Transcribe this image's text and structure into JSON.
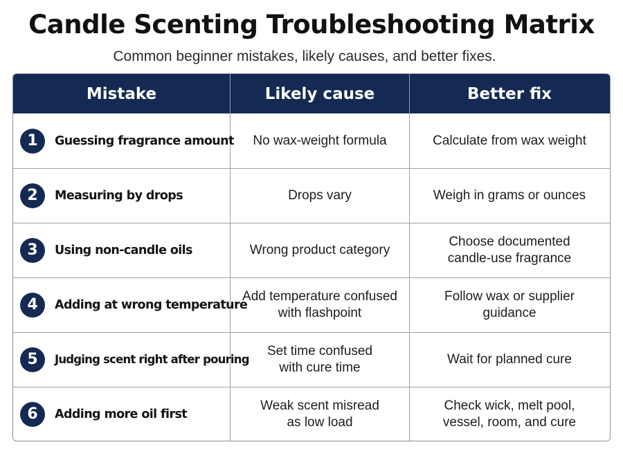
{
  "page": {
    "title": "Candle Scenting Troubleshooting Matrix",
    "subtitle": "Common beginner mistakes, likely causes, and better fixes."
  },
  "table": {
    "headers": [
      "Mistake",
      "Likely cause",
      "Better fix"
    ],
    "rows": [
      {
        "num": "1",
        "mistake": "Guessing fragrance amount",
        "cause": "No wax-weight formula",
        "fix": "Calculate from wax weight"
      },
      {
        "num": "2",
        "mistake": "Measuring by drops",
        "cause": "Drops vary",
        "fix": "Weigh in grams or ounces"
      },
      {
        "num": "3",
        "mistake": "Using non-candle oils",
        "cause": "Wrong product category",
        "fix": "Choose documented\ncandle-use fragrance"
      },
      {
        "num": "4",
        "mistake": "Adding at wrong temperature",
        "cause": "Add temperature confused\nwith flashpoint",
        "fix": "Follow wax or supplier\nguidance"
      },
      {
        "num": "5",
        "mistake": "Judging scent right after pouring",
        "cause": "Set time confused\nwith cure time",
        "fix": "Wait for planned cure"
      },
      {
        "num": "6",
        "mistake": "Adding more oil first",
        "cause": "Weak scent misread\nas low load",
        "fix": "Check wick, melt pool,\nvessel, room, and cure"
      }
    ]
  },
  "colors": {
    "header_bg": "#142a52",
    "badge_bg": "#142a52",
    "border": "#9aa0a8"
  }
}
